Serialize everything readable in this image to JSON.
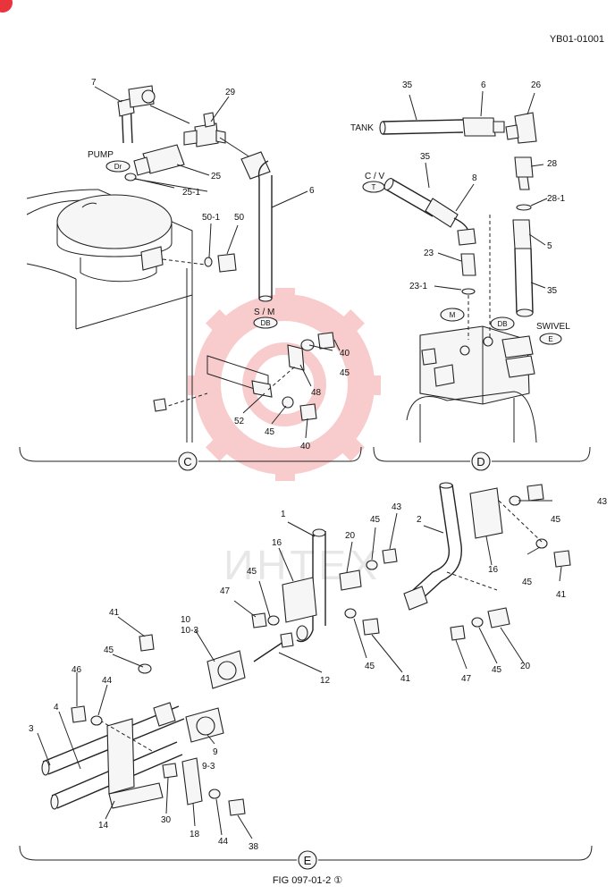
{
  "document": {
    "id": "YB01-01001",
    "figure": "FIG 097-01-2 ①"
  },
  "watermark": {
    "text": "ИНТЕХ",
    "color": "#f3a3a3"
  },
  "brand_color": "#e8343a",
  "sections": {
    "c": "C",
    "d": "D",
    "e": "E"
  },
  "ports": {
    "pump": {
      "text": "PUMP",
      "tag": "Dr"
    },
    "sm": {
      "text": "S / M",
      "tag": "DB"
    },
    "tank": {
      "text": "TANK"
    },
    "cv": {
      "text": "C / V",
      "tag": "T"
    },
    "m": {
      "tag": "M"
    },
    "db": {
      "tag": "DB"
    },
    "swivel": {
      "text": "SWIVEL",
      "tag": "E"
    }
  },
  "callouts_c": [
    "7",
    "29",
    "25",
    "25-1",
    "6",
    "50-1",
    "50",
    "40",
    "45",
    "48",
    "52",
    "45",
    "40"
  ],
  "callouts_d": [
    "35",
    "6",
    "26",
    "35",
    "8",
    "28",
    "28-1",
    "23",
    "5",
    "23-1",
    "35"
  ],
  "callouts_e": [
    "1",
    "16",
    "20",
    "45",
    "43",
    "2",
    "43",
    "45",
    "16",
    "45",
    "41",
    "47",
    "45",
    "10",
    "10-3",
    "41",
    "45",
    "12",
    "45",
    "41",
    "20",
    "47",
    "45",
    "46",
    "44",
    "4",
    "3",
    "9",
    "9-3",
    "14",
    "30",
    "18",
    "44",
    "38"
  ]
}
